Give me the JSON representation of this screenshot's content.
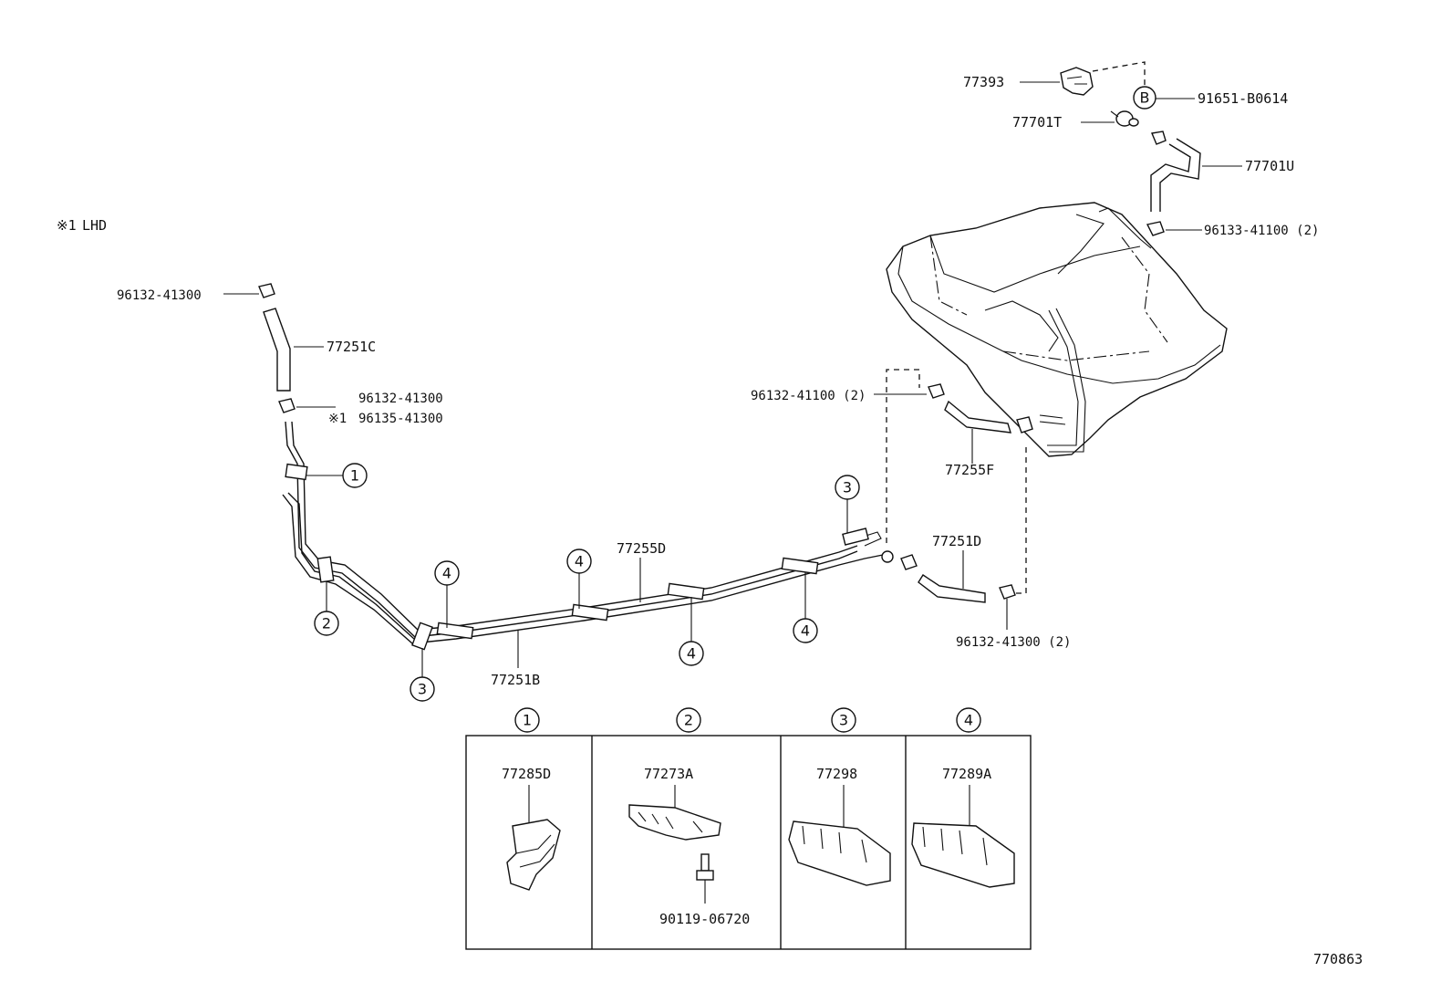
{
  "note": {
    "symbol": "※1",
    "text": "LHD"
  },
  "labels": {
    "p77393": "77393",
    "p91651": "91651-B0614",
    "p77701T": "77701T",
    "p77701U": "77701U",
    "p96133": "96133-41100 (2)",
    "p96132_top": "96132-41300",
    "p77251C": "77251C",
    "p96132_mid": "96132-41300",
    "p96135_sym": "※1",
    "p96135": "96135-41300",
    "p96132_41100": "96132-41100 (2)",
    "p77255F": "77255F",
    "p77255D": "77255D",
    "p77251D": "77251D",
    "p96132_bot": "96132-41300 (2)",
    "p77251B": "77251B",
    "inset1_part": "77285D",
    "inset2_part": "77273A",
    "inset2_bolt": "90119-06720",
    "inset3_part": "77298",
    "inset4_part": "77289A",
    "ref_id": "770863"
  },
  "callouts": {
    "b": "B",
    "c1": "1",
    "c2": "2",
    "c3": "3",
    "c4": "4"
  },
  "inset_headers": [
    "1",
    "2",
    "3",
    "4"
  ]
}
